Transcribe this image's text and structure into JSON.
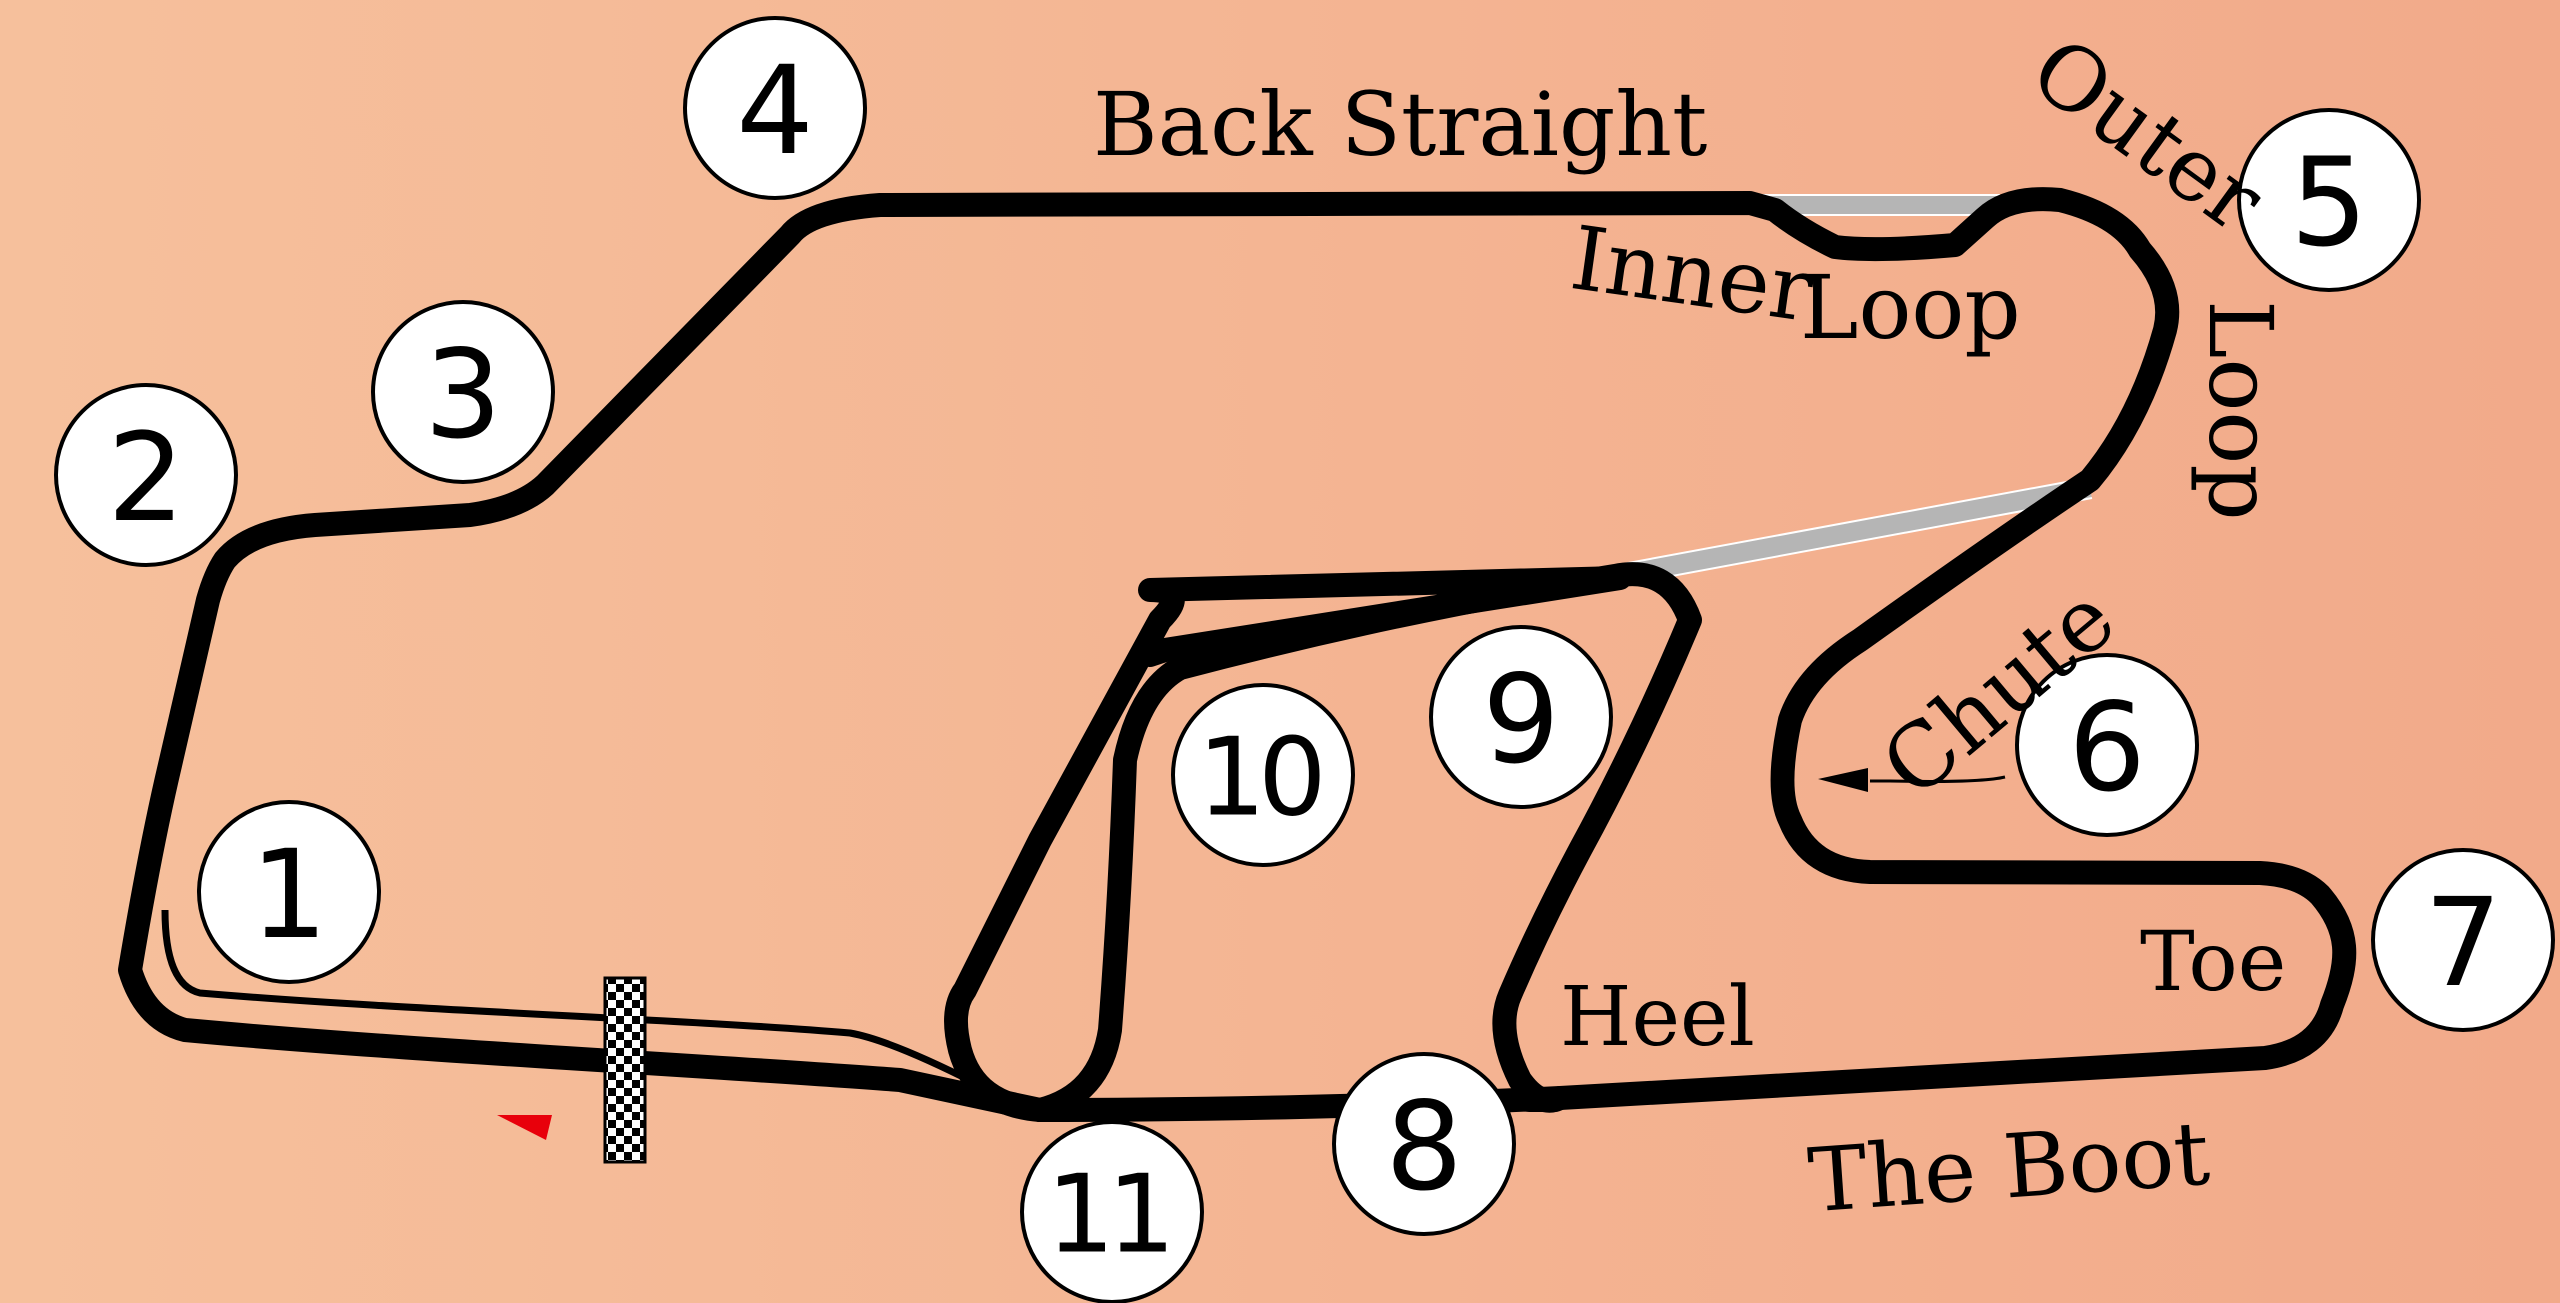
{
  "map": {
    "turns": [
      "1",
      "2",
      "3",
      "4",
      "5",
      "6",
      "7",
      "8",
      "9",
      "10",
      "11"
    ],
    "labels": {
      "back_straight": "Back Straight",
      "inner_loop_1": "Inner",
      "inner_loop_2": "Loop",
      "outer_loop_1": "Outer",
      "outer_loop_2": "Loop",
      "chute": "Chute",
      "toe": "Toe",
      "heel": "Heel",
      "the_boot": "The Boot"
    },
    "colors": {
      "background_left": "#f6c09c",
      "background_right": "#f2aa8a",
      "track": "#000000",
      "bypass": "#b5b5b5",
      "direction_marker": "#e8000b"
    }
  }
}
